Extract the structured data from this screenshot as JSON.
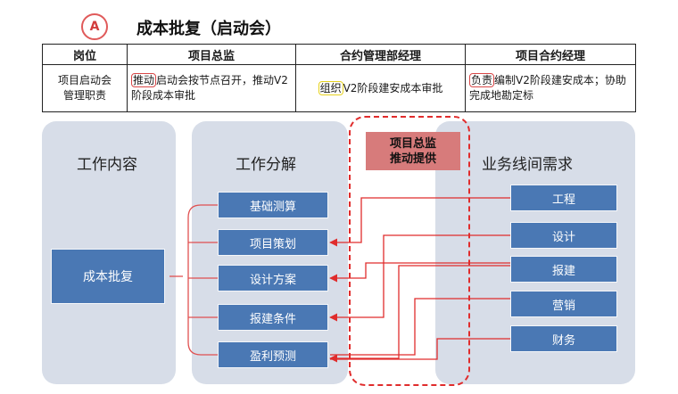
{
  "header": {
    "badge": "A",
    "title": "成本批复（启动会）"
  },
  "table": {
    "headers": [
      "岗位",
      "项目总监",
      "合约管理部经理",
      "项目合约经理"
    ],
    "row_label": "项目启动会管理职责",
    "director": {
      "verb": "推动",
      "rest": "启动会按节点召开，推动V2阶段成本审批"
    },
    "contract_mgr": {
      "verb": "组织",
      "rest": "V2阶段建安成本审批"
    },
    "project_contract_mgr": {
      "verb": "负责",
      "rest": "编制V2阶段建安成本；协助完成地勘定标"
    }
  },
  "panels": {
    "work_content": "工作内容",
    "work_breakdown": "工作分解",
    "business_needs": "业务线间需求"
  },
  "provider": {
    "line1": "项目总监",
    "line2": "推动提供"
  },
  "main_task": "成本批复",
  "tasks": [
    "基础测算",
    "项目策划",
    "设计方案",
    "报建条件",
    "盈利预测"
  ],
  "needs": [
    "工程",
    "设计",
    "报建",
    "营销",
    "财务"
  ],
  "colors": {
    "box": "#4a78b4",
    "panel": "#d7dde8",
    "accent_red": "#e02c2c",
    "provider_fill": "#d77b7b"
  }
}
